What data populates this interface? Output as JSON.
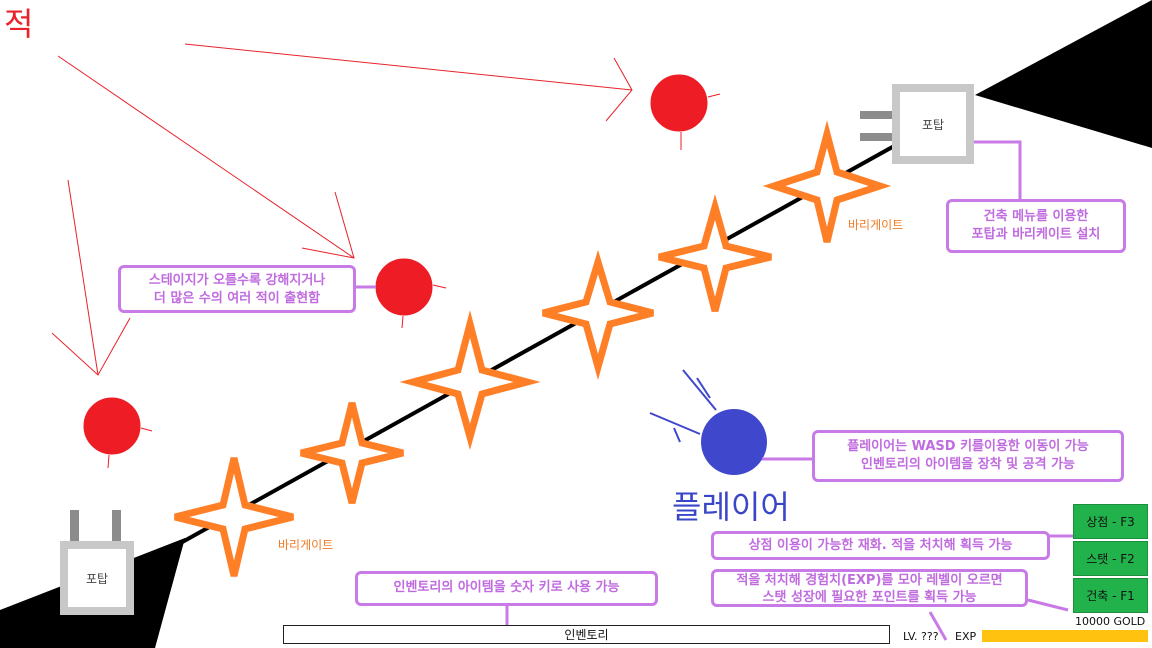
{
  "labels": {
    "enemy": "적",
    "player": "플레이어",
    "barricade_1": "바리게이트",
    "barricade_2": "바리게이트",
    "tower_1": "포탑",
    "tower_2": "포탑"
  },
  "callouts": {
    "enemies": "스테이지가 오를수록 강해지거나\n더 많은 수의 여러 적이 출현함",
    "build": "건축 메뉴를 이용한\n포탑과 바리케이트 설치",
    "player": "플레이어는 WASD 키를이용한 이동이 가능\n인벤토리의 아이템을 장착 및 공격 가능",
    "gold": "상점 이용이 가능한 재화. 적을 처치해 획득 가능",
    "exp": "적을 처치해 경험치(EXP)를 모아 레벨이 오르면\n스탯 성장에 필요한 포인트를 획득 가능",
    "inventory_hint": "인벤토리의 아이템을 숫자 키로 사용 가능"
  },
  "menu": {
    "shop": "상점 - F3",
    "stat": "스탯 - F2",
    "build": "건축 - F1"
  },
  "hud": {
    "inventory": "인벤토리",
    "level": "LV. ???",
    "exp_label": "EXP",
    "gold": "10000 GOLD"
  },
  "colors": {
    "enemy": "#ee1c24",
    "player": "#3f48cc",
    "barricade": "#ff7f27",
    "callout_border": "#c87ae6",
    "menu_button": "#22b14c",
    "exp_bar": "#ffc20e"
  }
}
